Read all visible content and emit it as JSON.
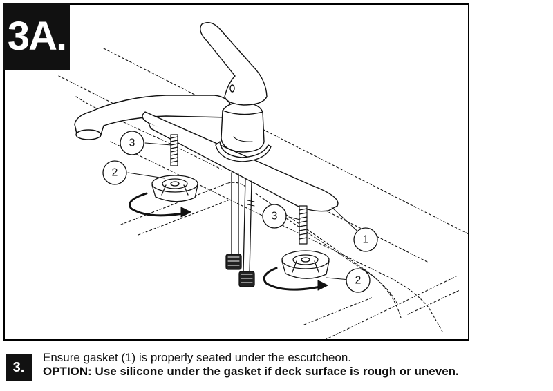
{
  "step_badge": "3A.",
  "instruction": {
    "number": "3.",
    "line1": "Ensure gasket (1) is properly seated under the escutcheon.",
    "line2": "OPTION: Use silicone under the gasket if deck surface is rough or uneven."
  },
  "callouts": [
    {
      "label": "3"
    },
    {
      "label": "2"
    },
    {
      "label": "3"
    },
    {
      "label": "1"
    },
    {
      "label": "2"
    }
  ],
  "colors": {
    "ink": "#111111",
    "background": "#ffffff"
  }
}
